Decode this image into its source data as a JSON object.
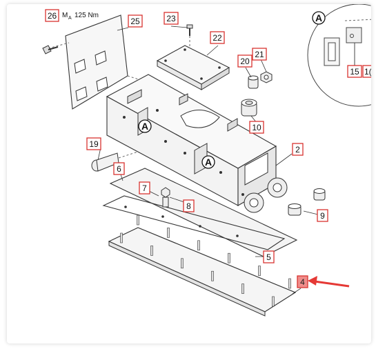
{
  "colors": {
    "label_border": "#d8332f",
    "highlight_fill": "#ef8c8a",
    "arrow": "#e53935",
    "line": "#333333",
    "part_fill": "#f4f4f4"
  },
  "torque": {
    "symbol": "M",
    "subscript": "A",
    "value": "125 Nm"
  },
  "callouts": {
    "detail_letter": "A",
    "main_letter_1": "A",
    "main_letter_2": "A"
  },
  "labels": {
    "p2": "2",
    "p4": "4",
    "p5": "5",
    "p6": "6",
    "p7": "7",
    "p8": "8",
    "p9": "9",
    "p10": "10",
    "p15": "15",
    "p16_partial": "1(",
    "p19": "19",
    "p20": "20",
    "p21": "21",
    "p22": "22",
    "p23": "23",
    "p25": "25",
    "p26": "26"
  }
}
